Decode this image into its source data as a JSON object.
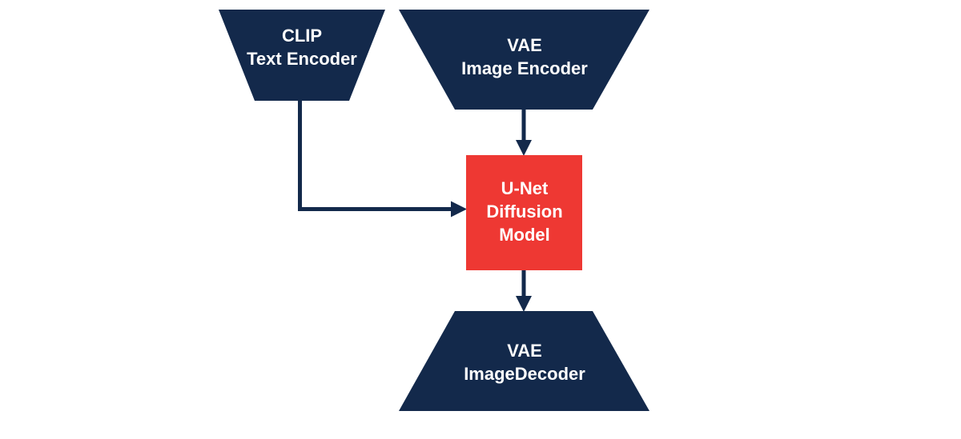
{
  "diagram": {
    "type": "flowchart",
    "colors": {
      "encoder_decoder": "#13294b",
      "unet": "#ee3833",
      "arrow": "#13294b",
      "text": "#ffffff",
      "background": "#ffffff"
    },
    "nodes": {
      "clip": {
        "lines": [
          "CLIP",
          "Text Encoder"
        ],
        "shape": "inverted-trapezoid"
      },
      "vae_encoder": {
        "lines": [
          "VAE",
          "Image Encoder"
        ],
        "shape": "inverted-trapezoid"
      },
      "unet": {
        "lines": [
          "U-Net",
          "Diffusion",
          "Model"
        ],
        "shape": "rectangle"
      },
      "vae_decoder": {
        "lines": [
          "VAE",
          "ImageDecoder"
        ],
        "shape": "trapezoid"
      }
    },
    "edges": [
      {
        "from": "clip",
        "to": "unet"
      },
      {
        "from": "vae_encoder",
        "to": "unet"
      },
      {
        "from": "unet",
        "to": "vae_decoder"
      }
    ]
  }
}
